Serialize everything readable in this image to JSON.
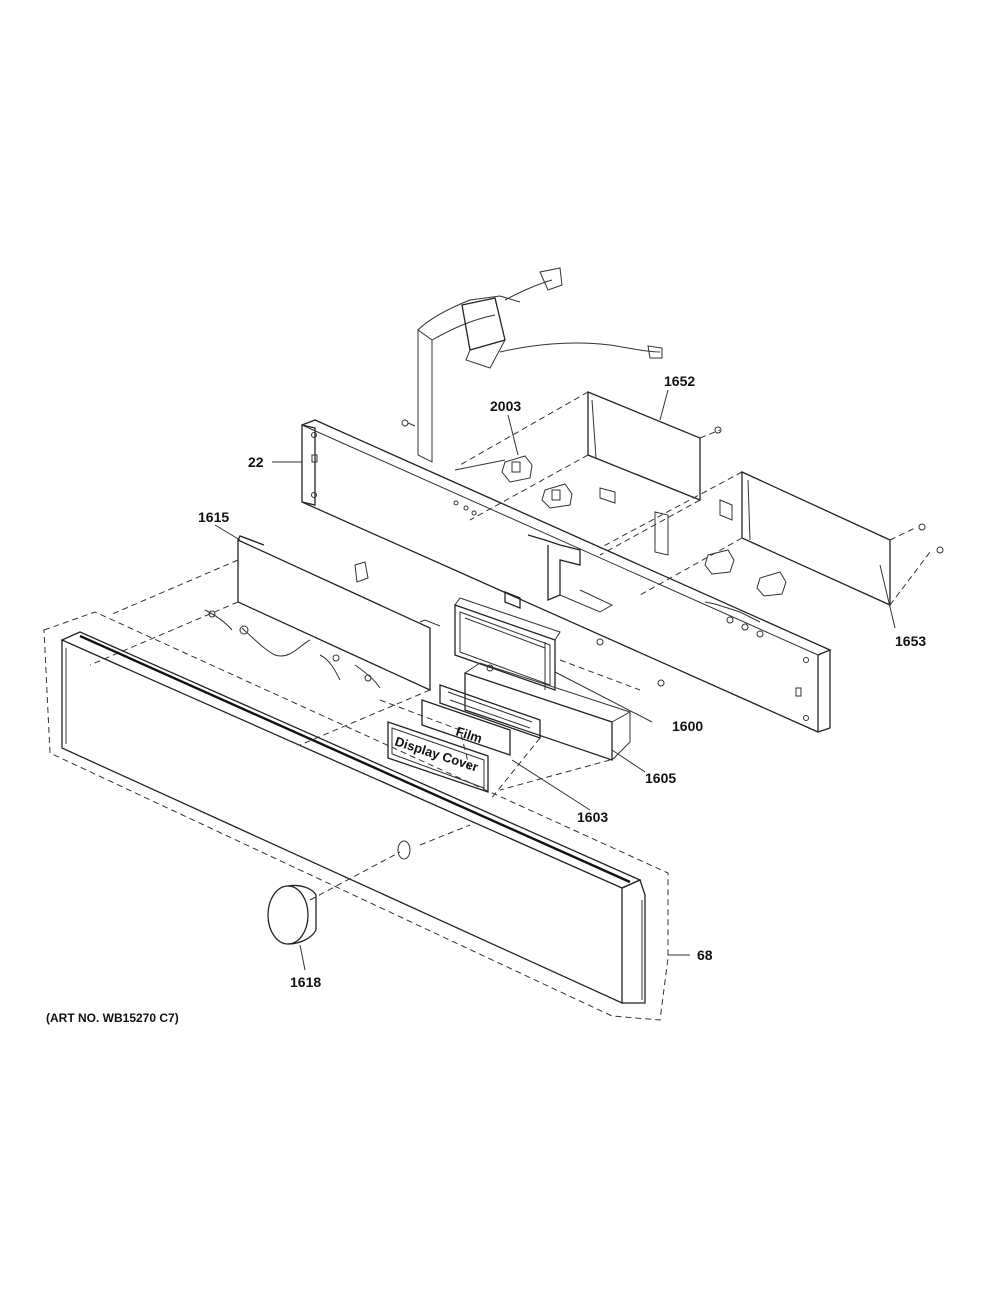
{
  "callouts": {
    "c1652": "1652",
    "c2003": "2003",
    "c22": "22",
    "c1615": "1615",
    "c1653": "1653",
    "c1600": "1600",
    "c1605": "1605",
    "c1603": "1603",
    "c68": "68",
    "c1618": "1618"
  },
  "part_tags": {
    "film": "Film",
    "display_cover": "Display Cover"
  },
  "footer": {
    "art_no": "(ART NO. WB15270 C7)"
  }
}
